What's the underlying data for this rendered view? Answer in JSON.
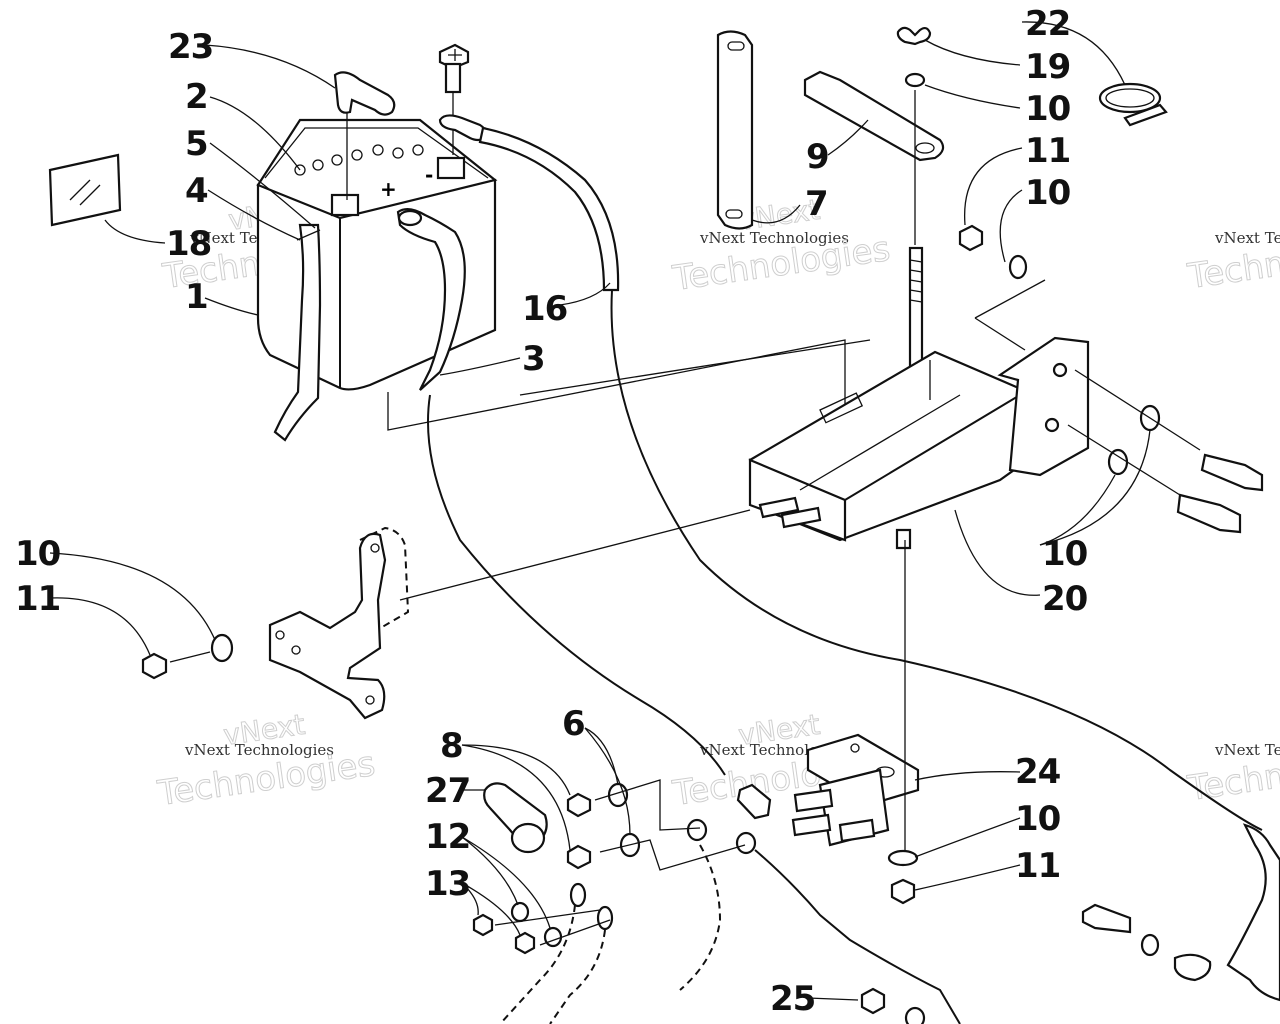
{
  "labels": {
    "l23": "23",
    "l2": "2",
    "l5": "5",
    "l4": "4",
    "l18": "18",
    "l1": "1",
    "l16": "16",
    "l3": "3",
    "l7": "7",
    "l9": "9",
    "l22": "22",
    "l19": "19",
    "l10a": "10",
    "l11a": "11",
    "l10b": "10",
    "l10c": "10",
    "l20": "20",
    "l10d": "10",
    "l11b": "11",
    "l8": "8",
    "l6": "6",
    "l27": "27",
    "l12": "12",
    "l13": "13",
    "l24": "24",
    "l10e": "10",
    "l11c": "11",
    "l25": "25"
  },
  "battery": {
    "plus_sign": "+",
    "minus_sign": "-"
  },
  "watermark": {
    "brand_top": "vNext",
    "brand_bottom": "Technologies",
    "brand_full": "vNext Technologies"
  }
}
